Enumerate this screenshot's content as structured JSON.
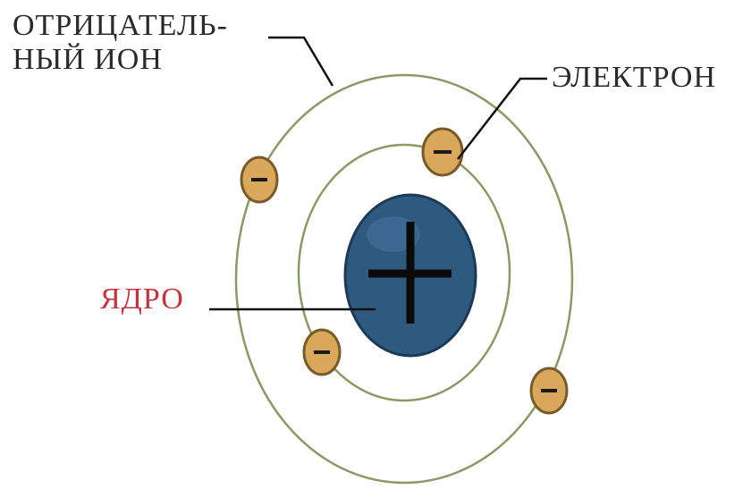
{
  "labels": {
    "negative_ion_line1": "ОТРИЦАТЕЛЬ-",
    "negative_ion_line2": "НЫЙ ИОН",
    "electron": "ЭЛЕКТРОН",
    "nucleus": "ЯДРО"
  },
  "symbols": {
    "nucleus_sign": "+",
    "electron_sign": "−"
  },
  "colors": {
    "background": "#ffffff",
    "text": "#2a2a2a",
    "nucleus_label": "#c8323a",
    "orbit": "#8a9a63",
    "nucleus_fill": "#2f5a80",
    "nucleus_edge": "#1c3a55",
    "electron_fill": "#d9a85a",
    "electron_edge": "#7a5a28",
    "leader_line": "#111111"
  },
  "icons": {
    "nucleus": "nucleus-icon",
    "electron": "electron-icon"
  }
}
